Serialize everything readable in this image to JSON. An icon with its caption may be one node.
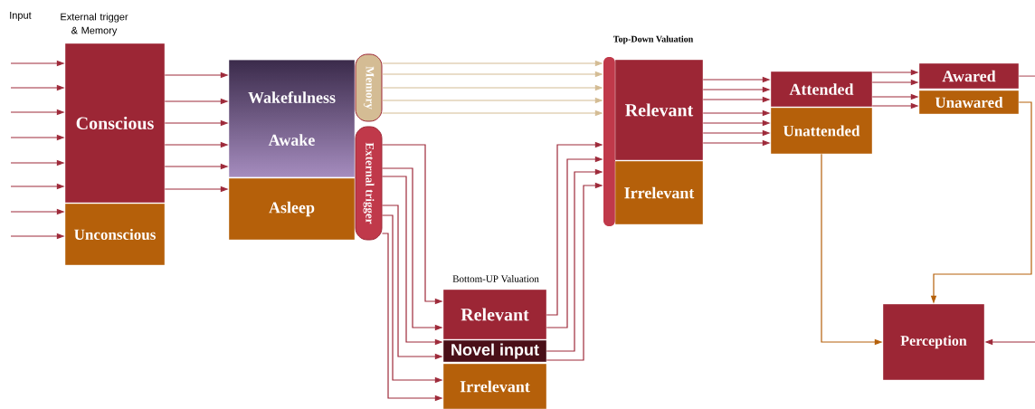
{
  "diagram": {
    "nodes": [
      {
        "text": [
          "Conscious"
        ]
      },
      {
        "text": [
          "Unconscious"
        ]
      },
      {
        "text": [
          "Wakefulness",
          "Awake"
        ]
      },
      {
        "text": [
          "Asleep"
        ]
      },
      {
        "text": [
          "Memory"
        ]
      },
      {
        "text": [
          "External trigger"
        ]
      },
      {
        "text": [],
        "shape": "bar"
      },
      {
        "text": [
          "Relevant"
        ]
      },
      {
        "text": [
          "Irrelevant"
        ]
      },
      {
        "text": [
          "Relevant"
        ]
      },
      {
        "text": [
          "Novel input"
        ]
      },
      {
        "text": [
          "Irrelevant"
        ]
      },
      {
        "text": [
          "Attended"
        ]
      },
      {
        "text": [
          "Unattended"
        ]
      },
      {
        "text": [
          "Awared"
        ]
      },
      {
        "text": [
          "Unawared"
        ]
      },
      {
        "text": [
          "Perception"
        ]
      }
    ],
    "edges": [
      {
        "from": null,
        "to": 0,
        "arrow": "to"
      },
      {
        "from": null,
        "to": 0,
        "arrow": "to"
      },
      {
        "from": null,
        "to": 0,
        "arrow": "to"
      },
      {
        "from": null,
        "to": 0,
        "arrow": "to"
      },
      {
        "from": null,
        "to": 0,
        "arrow": "to"
      },
      {
        "from": null,
        "to": 0,
        "arrow": "to"
      },
      {
        "from": null,
        "to": 1,
        "arrow": "to"
      },
      {
        "from": null,
        "to": 1,
        "arrow": "to"
      },
      {
        "from": 0,
        "to": 2,
        "arrow": "to"
      },
      {
        "from": 0,
        "to": 2,
        "arrow": "to"
      },
      {
        "from": 0,
        "to": 2,
        "arrow": "to"
      },
      {
        "from": 0,
        "to": 2,
        "arrow": "to"
      },
      {
        "from": 0,
        "to": 2,
        "arrow": "to"
      },
      {
        "from": 0,
        "to": 3,
        "arrow": "to"
      },
      {
        "from": 4,
        "to": 6,
        "arrow": "to",
        "color": "#d4bc94"
      },
      {
        "from": 4,
        "to": 6,
        "arrow": "to",
        "color": "#d4bc94"
      },
      {
        "from": 4,
        "to": 6,
        "arrow": "to",
        "color": "#d4bc94"
      },
      {
        "from": 4,
        "to": 6,
        "arrow": "to",
        "color": "#d4bc94"
      },
      {
        "from": 4,
        "to": 6,
        "arrow": "to",
        "color": "#d4bc94"
      },
      {
        "from": 5,
        "to": 9,
        "arrow": "to"
      },
      {
        "from": 5,
        "to": 9,
        "arrow": "to"
      },
      {
        "from": 5,
        "to": 10,
        "arrow": "to"
      },
      {
        "from": 5,
        "to": 10,
        "arrow": "to"
      },
      {
        "from": 5,
        "to": 11,
        "arrow": "to"
      },
      {
        "from": 5,
        "to": 11,
        "arrow": "to"
      },
      {
        "from": 9,
        "to": 6,
        "arrow": "to"
      },
      {
        "from": 9,
        "to": 6,
        "arrow": "to"
      },
      {
        "from": 10,
        "to": 6,
        "arrow": "to"
      },
      {
        "from": 10,
        "to": 6,
        "arrow": "to"
      },
      {
        "from": 7,
        "to": 12,
        "arrow": "to"
      },
      {
        "from": 7,
        "to": 12,
        "arrow": "to"
      },
      {
        "from": 7,
        "to": 12,
        "arrow": "to"
      },
      {
        "from": 7,
        "to": 13,
        "arrow": "to"
      },
      {
        "from": 7,
        "to": 13,
        "arrow": "to"
      },
      {
        "from": 7,
        "to": 13,
        "arrow": "to"
      },
      {
        "from": 7,
        "to": 13,
        "arrow": "to"
      },
      {
        "from": 12,
        "to": 14,
        "arrow": "to"
      },
      {
        "from": 12,
        "to": 14,
        "arrow": "to"
      },
      {
        "from": 12,
        "to": 15,
        "arrow": "to"
      },
      {
        "from": 12,
        "to": 15,
        "arrow": "to"
      },
      {
        "from": 14,
        "to": null,
        "arrow": "none"
      },
      {
        "from": 15,
        "to": 16,
        "arrow": "to",
        "color": "#b5600a"
      },
      {
        "from": 13,
        "to": 16,
        "arrow": "to",
        "color": "#b5600a"
      },
      {
        "from": null,
        "to": 16,
        "arrow": "to"
      }
    ],
    "labels": [
      "Input",
      "External trigger & Memory",
      "Top-Down Valuation",
      "Bottom-UP Valuation"
    ]
  }
}
